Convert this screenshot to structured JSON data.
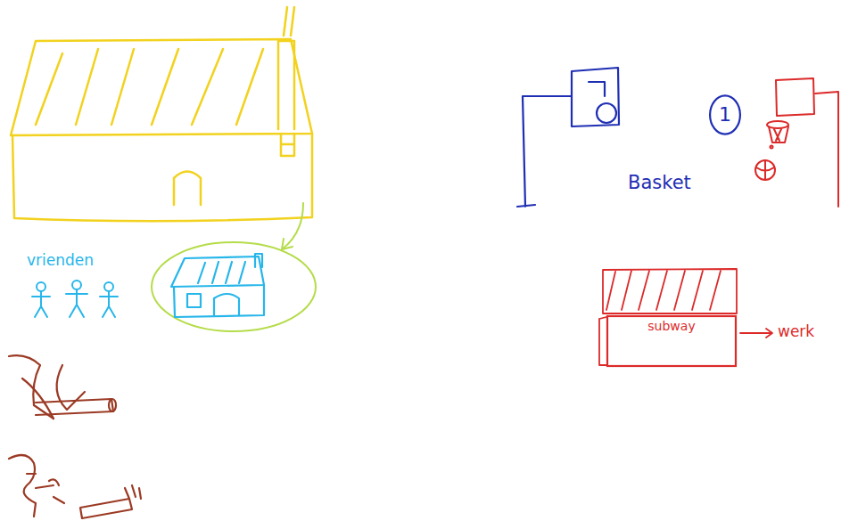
{
  "diagram": {
    "nodes": [
      {
        "text": [
          "1"
        ]
      },
      {
        "text": [
          "subway"
        ]
      }
    ],
    "labels": [
      "vrienden",
      "Basket",
      "werk"
    ]
  }
}
